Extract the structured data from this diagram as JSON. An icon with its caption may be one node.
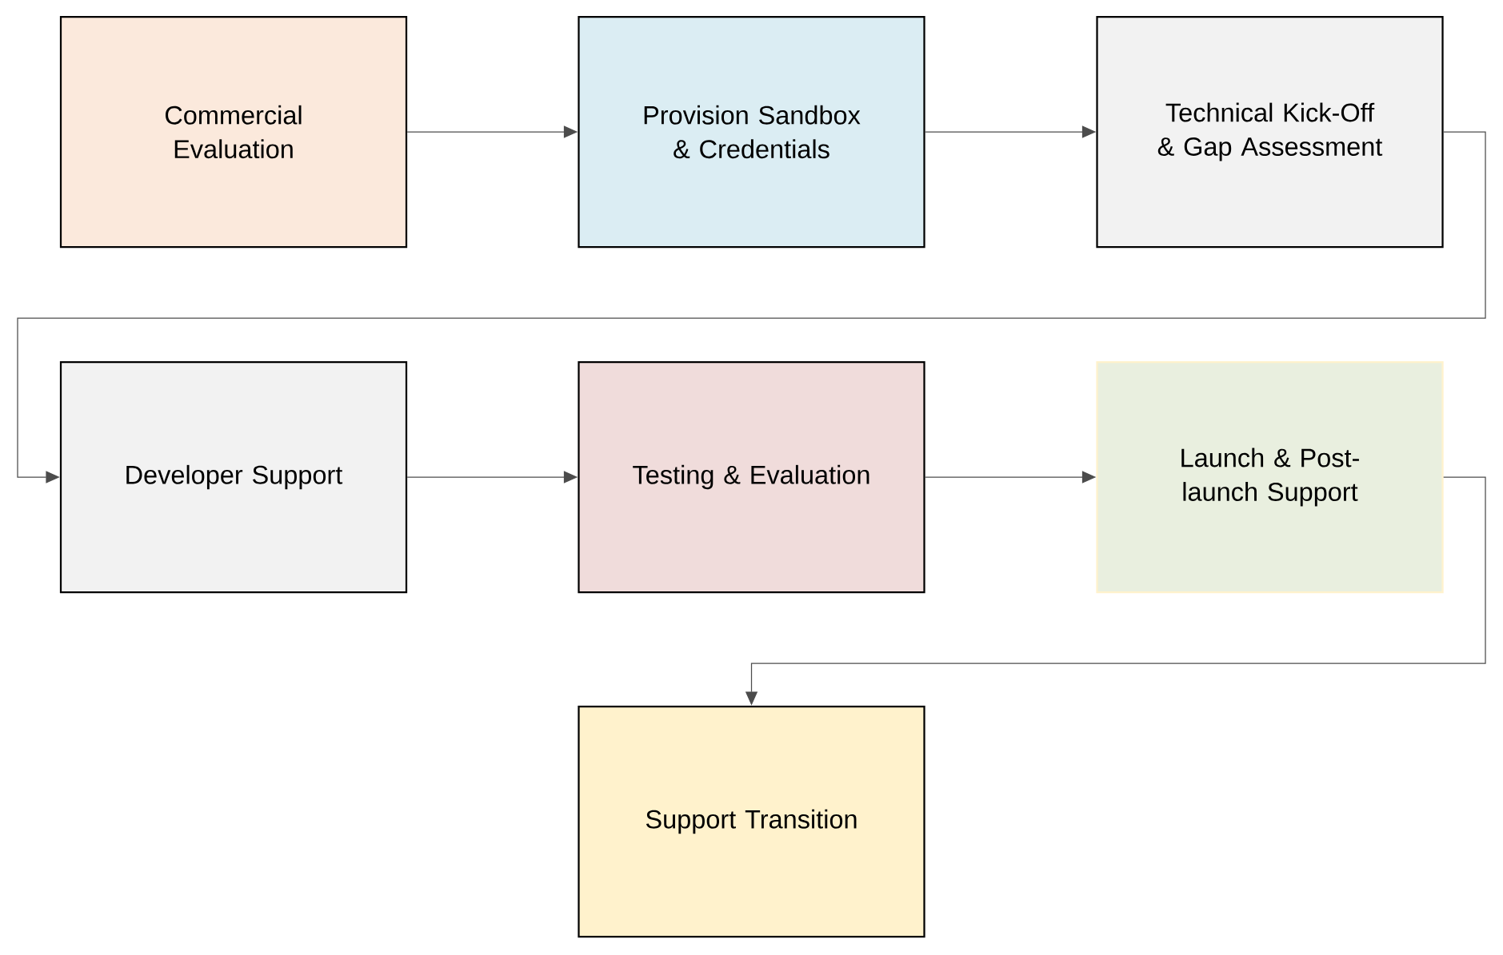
{
  "diagram": {
    "nodes": [
      {
        "text": [
          "Commercial Evaluation"
        ]
      },
      {
        "text": [
          "Provision Sandbox & Credentials"
        ]
      },
      {
        "text": [
          "Technical Kick-Off & Gap Assessment"
        ]
      },
      {
        "text": [
          "Developer Support"
        ]
      },
      {
        "text": [
          "Testing & Evaluation"
        ]
      },
      {
        "text": [
          "Launch & Post-launch Support"
        ]
      },
      {
        "text": [
          "Support Transition"
        ]
      }
    ],
    "edges": [
      {
        "from": 0,
        "to": 1,
        "arrow": "to"
      },
      {
        "from": 1,
        "to": 2,
        "arrow": "to"
      },
      {
        "from": 2,
        "to": 3,
        "arrow": "to"
      },
      {
        "from": 3,
        "to": 4,
        "arrow": "to"
      },
      {
        "from": 4,
        "to": 5,
        "arrow": "to"
      },
      {
        "from": 5,
        "to": 6,
        "arrow": "to"
      }
    ]
  }
}
